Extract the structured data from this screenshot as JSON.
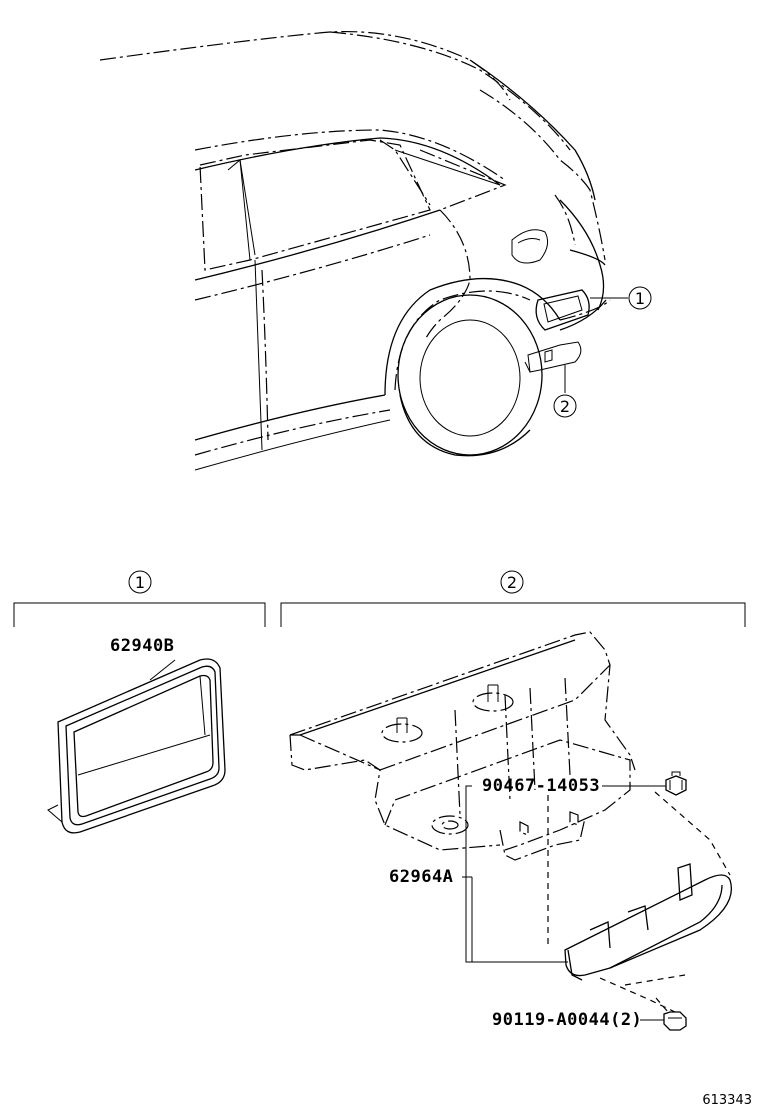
{
  "callouts": {
    "item1": "1",
    "item2": "2"
  },
  "parts": {
    "mudguard_seal": "62940B",
    "mudguard": "62964A",
    "clip": "90467-14053",
    "screw": "90119-A0044(2)"
  },
  "figure_number": "613343"
}
